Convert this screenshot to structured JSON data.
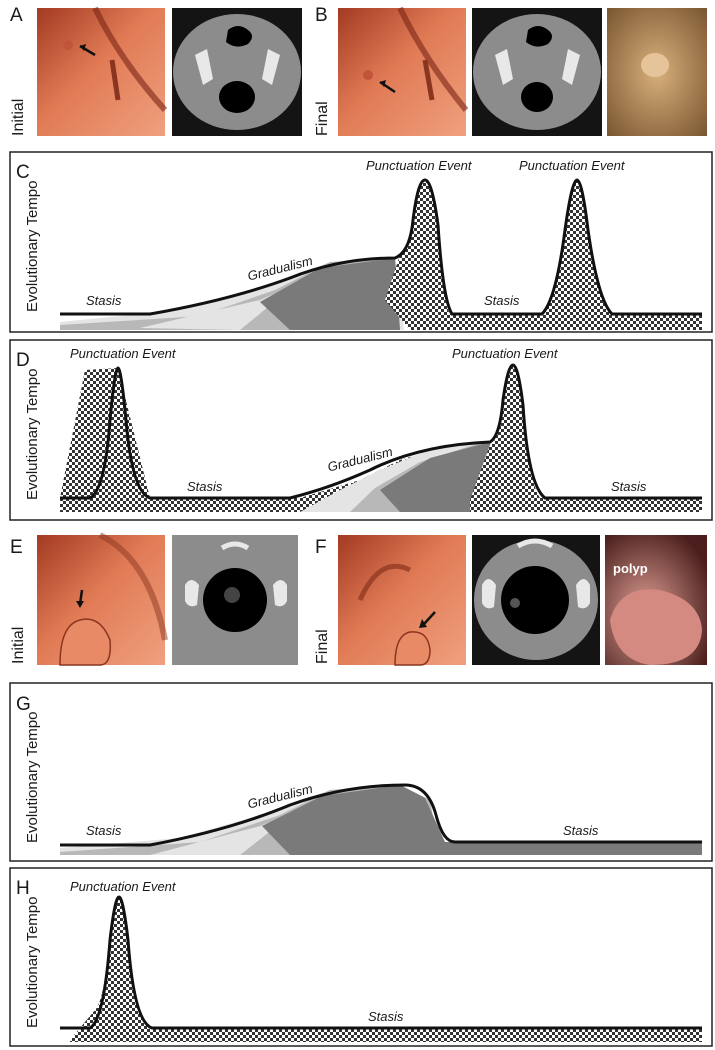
{
  "panel_letters": {
    "a": "A",
    "b": "B",
    "c": "C",
    "d": "D",
    "e": "E",
    "f": "F",
    "g": "G",
    "h": "H"
  },
  "side_labels": {
    "a": "Initial",
    "b": "Final",
    "e": "Initial",
    "f": "Final"
  },
  "polyp_label": "polyp",
  "axis_label": "Evolutionary Tempo",
  "annotations": {
    "stasis": "Stasis",
    "gradualism": "Gradualism",
    "punctuation": "Punctuation Event"
  },
  "colors": {
    "curve": "#111111",
    "shade_light": "#e4e4e4",
    "shade_mid": "#b8b8b8",
    "shade_dark": "#7a7a7a",
    "checker_dark": "#333333",
    "checker_light": "#ffffff",
    "endoscopy": "#d8684a",
    "ct_bg": "#8c8c8c"
  }
}
